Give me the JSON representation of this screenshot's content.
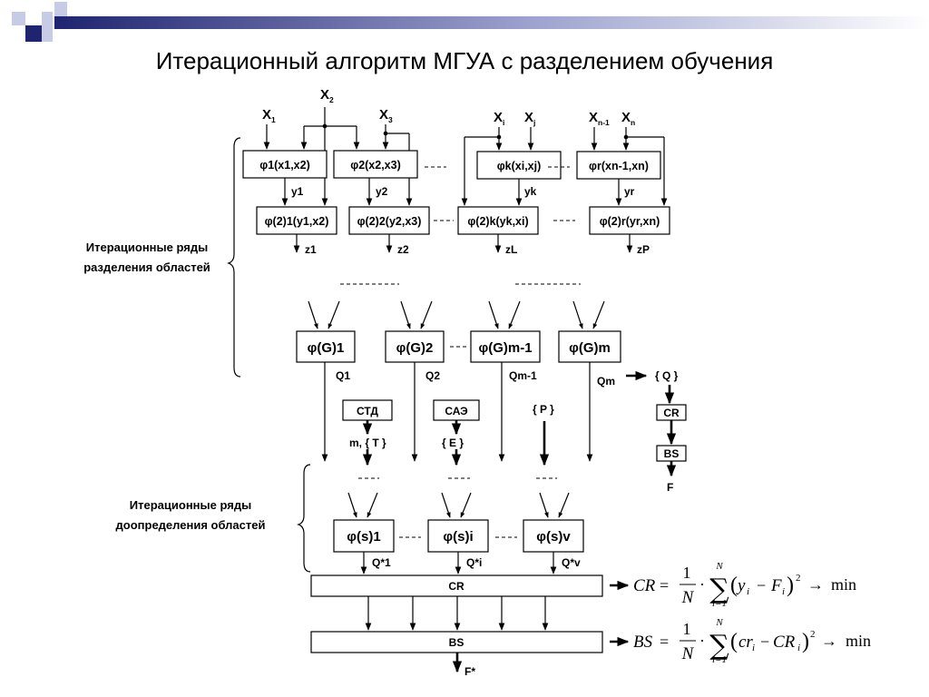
{
  "title": "Итерационный алгоритм МГУА с разделением обучения",
  "side_labels": {
    "top": [
      "Итерационные ряды",
      "разделения областей"
    ],
    "bottom": [
      "Итерационные ряды",
      "доопределения областей"
    ]
  },
  "inputs": [
    {
      "main": "X",
      "sub": "1"
    },
    {
      "main": "X",
      "sub": "2"
    },
    {
      "main": "X",
      "sub": "3"
    },
    {
      "main": "X",
      "sub": "i"
    },
    {
      "main": "X",
      "sub": "j"
    },
    {
      "main": "X",
      "sub": "n-1"
    },
    {
      "main": "X",
      "sub": "n"
    }
  ],
  "row1_boxes": [
    "φ1(x1,x2)",
    "φ2(x2,x3)",
    "φk(xi,xj)",
    "φr(xn-1,xn)"
  ],
  "row1_outputs": [
    "y1",
    "y2",
    "yk",
    "yr"
  ],
  "row2_boxes": [
    "φ(2)1(y1,x2)",
    "φ(2)2(y2,x3)",
    "φ(2)k(yk,xi)",
    "φ(2)r(yr,xn)"
  ],
  "row2_outputs": [
    "z1",
    "z2",
    "zL",
    "zP"
  ],
  "g_boxes": [
    "φ(G)1",
    "φ(G)2",
    "φ(G)m-1",
    "φ(G)m"
  ],
  "g_outputs": [
    "Q1",
    "Q2",
    "Qm-1",
    "Qm"
  ],
  "criteria_boxes": [
    "СТД",
    "САЭ"
  ],
  "criteria_outputs": [
    "m, { T }",
    "{ E }",
    "{ P }"
  ],
  "q_chain": {
    "set": "{ Q }",
    "cr": "CR",
    "bs": "BS",
    "out": "F"
  },
  "s_boxes": [
    "φ(s)1",
    "φ(s)i",
    "φ(s)v"
  ],
  "s_outputs": [
    "Q*1",
    "Q*i",
    "Q*v"
  ],
  "cr_bar": "CR",
  "bs_bar": "BS",
  "final_output": "F*",
  "formula_cr": {
    "lhs": "CR",
    "frac_num": "1",
    "frac_den": "N",
    "sum_top": "N",
    "sum_bottom": "i=1",
    "body": "(y_i − F_i)^2",
    "arrow": "→",
    "target": "min"
  },
  "formula_bs": {
    "lhs": "BS",
    "frac_num": "1",
    "frac_den": "N",
    "sum_top": "N",
    "sum_bottom": "i=1",
    "body": "(cr_i − CR_i)^2",
    "arrow": "→",
    "target": "min"
  },
  "colors": {
    "accent_dark": "#1f2470",
    "accent_light": "#c8cbe6"
  }
}
